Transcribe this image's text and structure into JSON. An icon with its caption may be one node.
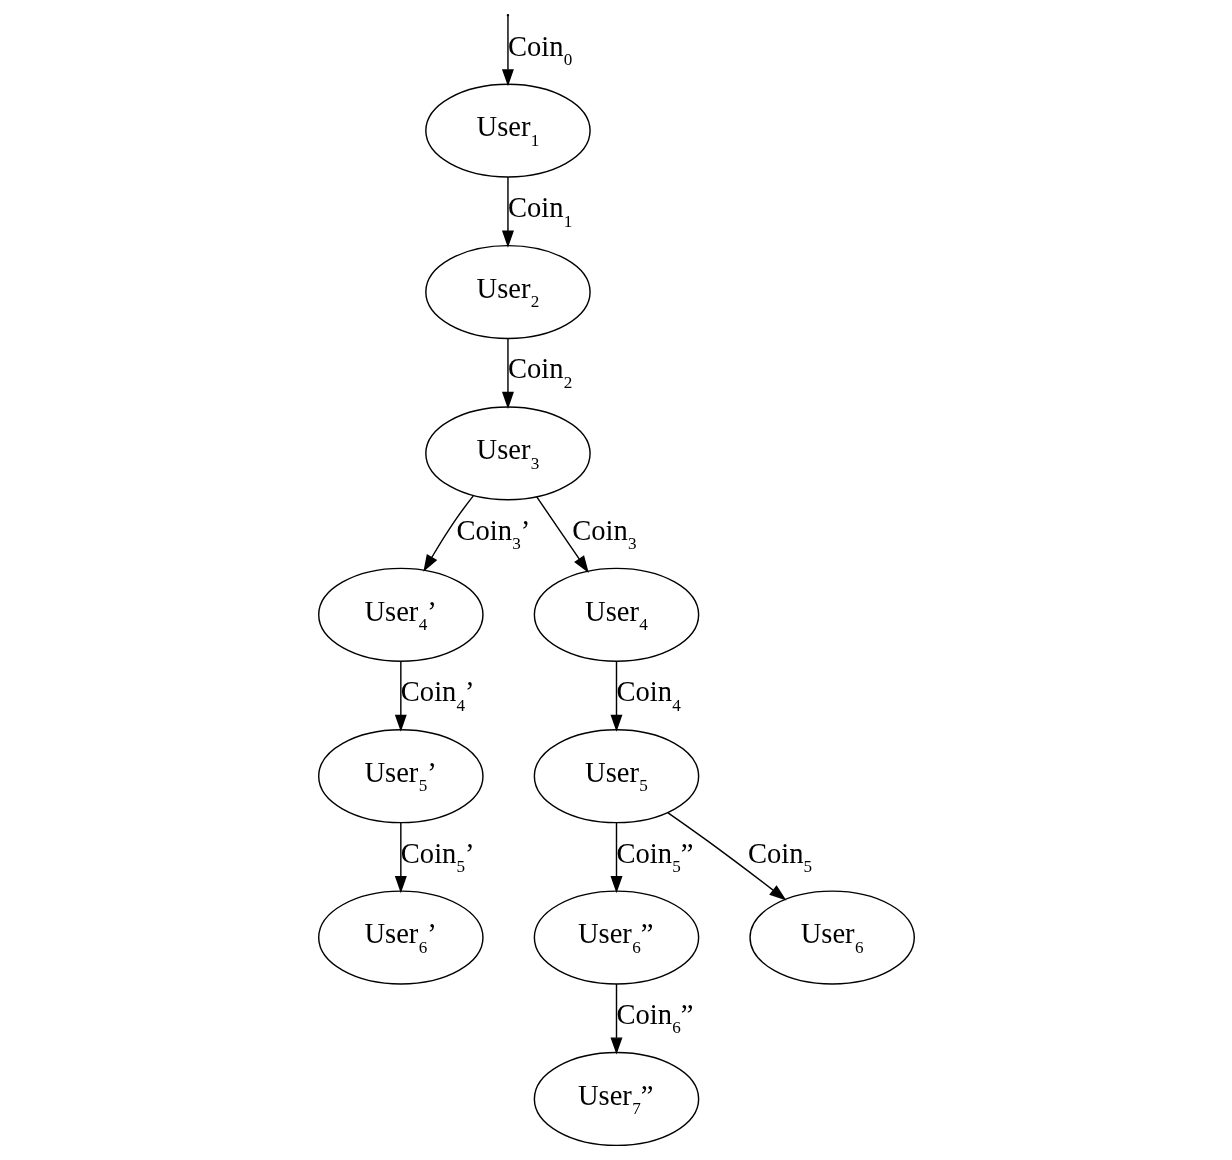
{
  "diagram": {
    "nodes": [
      {
        "text": [
          "User$_{1}$"
        ]
      },
      {
        "text": [
          "User$_{2}$"
        ]
      },
      {
        "text": [
          "User$_{3}$"
        ]
      },
      {
        "text": [
          "User$_{4}$’"
        ]
      },
      {
        "text": [
          "User$_{4}$"
        ]
      },
      {
        "text": [
          "User$_{5}$’"
        ]
      },
      {
        "text": [
          "User$_{5}$"
        ]
      },
      {
        "text": [
          "User$_{6}$’"
        ]
      },
      {
        "text": [
          "User$_{6}$”"
        ]
      },
      {
        "text": [
          "User$_{6}$"
        ]
      },
      {
        "text": [
          "User$_{7}$”"
        ]
      }
    ],
    "edges": [
      {
        "from": null,
        "to": 0,
        "arrow": "to",
        "label": "Coin$_{0}$"
      },
      {
        "from": 0,
        "to": 1,
        "arrow": "to",
        "label": "Coin$_{1}$"
      },
      {
        "from": 1,
        "to": 2,
        "arrow": "to",
        "label": "Coin$_{2}$"
      },
      {
        "from": 2,
        "to": 3,
        "arrow": "to",
        "label": "Coin$_{3}$’"
      },
      {
        "from": 2,
        "to": 4,
        "arrow": "to",
        "label": "Coin$_{3}$"
      },
      {
        "from": 3,
        "to": 5,
        "arrow": "to",
        "label": "Coin$_{4}$’"
      },
      {
        "from": 4,
        "to": 6,
        "arrow": "to",
        "label": "Coin$_{4}$"
      },
      {
        "from": 5,
        "to": 7,
        "arrow": "to",
        "label": "Coin$_{5}$’"
      },
      {
        "from": 6,
        "to": 8,
        "arrow": "to",
        "label": "Coin$_{5}$”"
      },
      {
        "from": 6,
        "to": 9,
        "arrow": "to",
        "label": "Coin$_{5}$"
      },
      {
        "from": 8,
        "to": 10,
        "arrow": "to",
        "label": "Coin$_{6}$”"
      }
    ]
  }
}
